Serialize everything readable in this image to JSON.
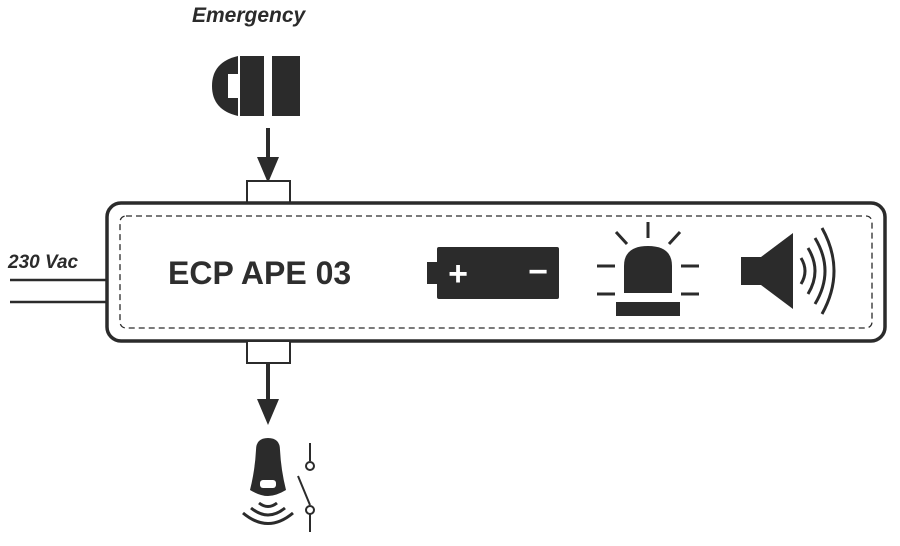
{
  "diagram": {
    "emergency_label": "Emergency",
    "voltage_label": "230 Vac",
    "device_model": "ECP APE 03",
    "battery_plus": "+",
    "battery_minus": "−"
  },
  "icons": [
    "emergency-button-icon",
    "battery-icon",
    "beacon-light-icon",
    "speaker-icon",
    "wireless-bell-switch-icon"
  ],
  "colors": {
    "ink": "#2b2b2b",
    "background": "#ffffff"
  }
}
